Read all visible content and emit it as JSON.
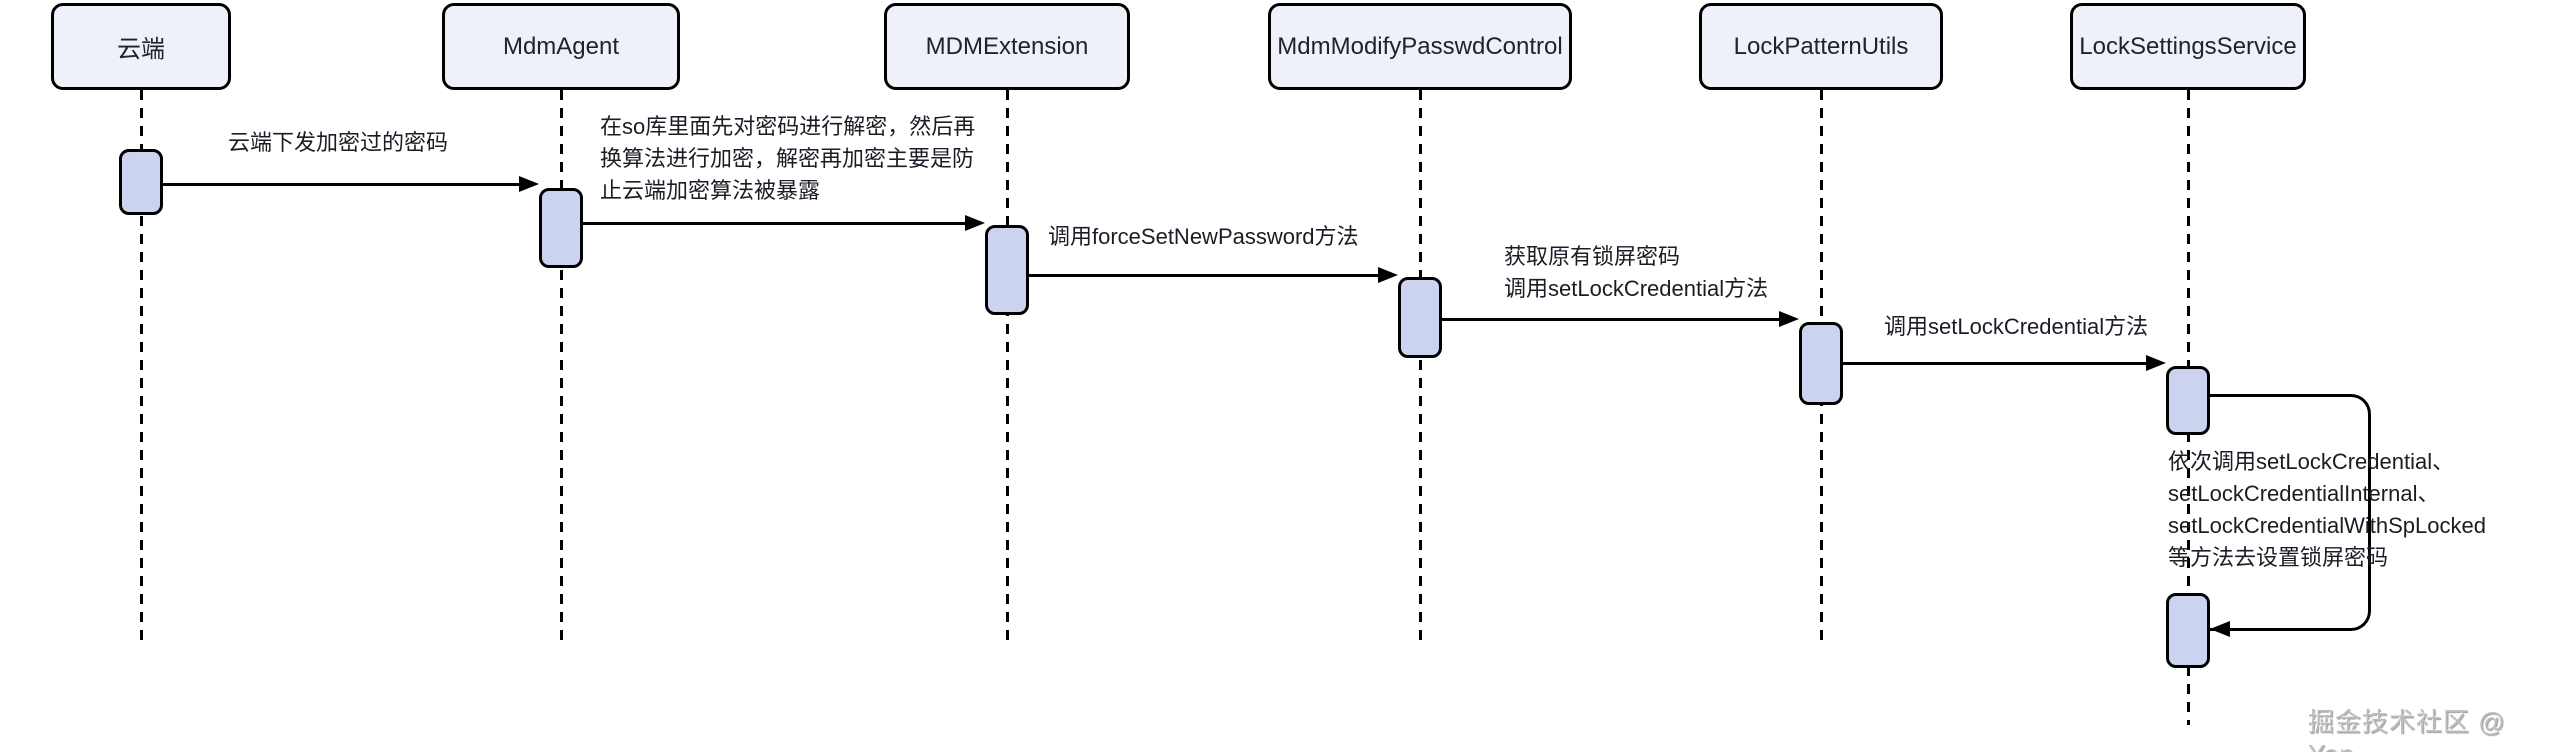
{
  "diagram": {
    "type": "uml-sequence",
    "participants": [
      {
        "label": "云端"
      },
      {
        "label": "MdmAgent"
      },
      {
        "label": "MDMExtension"
      },
      {
        "label": "MdmModifyPasswdControl"
      },
      {
        "label": "LockPatternUtils"
      },
      {
        "label": "LockSettingsService"
      }
    ],
    "messages": [
      {
        "from": "云端",
        "to": "MdmAgent",
        "label": "云端下发加密过的密码"
      },
      {
        "from": "MdmAgent",
        "to": "MDMExtension",
        "label": "在so库里面先对密码进行解密，然后再\n换算法进行加密，解密再加密主要是防\n止云端加密算法被暴露"
      },
      {
        "from": "MDMExtension",
        "to": "MdmModifyPasswdControl",
        "label": "调用forceSetNewPassword方法"
      },
      {
        "from": "MdmModifyPasswdControl",
        "to": "LockPatternUtils",
        "label": "获取原有锁屏密码\n调用setLockCredential方法"
      },
      {
        "from": "LockPatternUtils",
        "to": "LockSettingsService",
        "label": "调用setLockCredential方法"
      },
      {
        "from": "LockSettingsService",
        "to": "LockSettingsService",
        "type": "self",
        "label": "依次调用setLockCredential、\nsetLockCredentialInternal、\nsetLockCredentialWithSpLocked\n等方法去设置锁屏密码"
      }
    ],
    "watermark": "掘金技术社区 @ Yen",
    "colors": {
      "participant_fill": "#eef1fa",
      "activation_fill": "#ccd3ee",
      "stroke": "#000000",
      "text": "#1c1c26",
      "watermark_text": "#bdbdbd"
    }
  }
}
